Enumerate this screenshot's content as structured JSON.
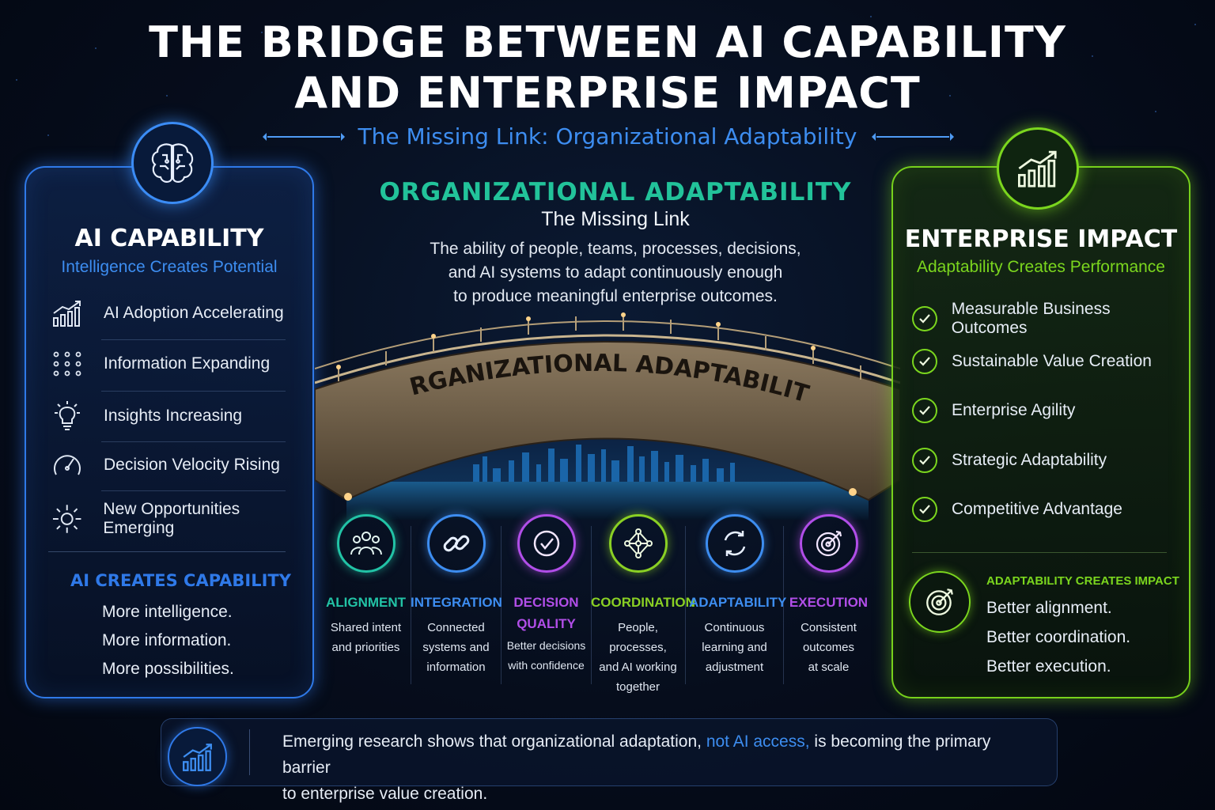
{
  "title": {
    "line1": "THE BRIDGE BETWEEN AI CAPABILITY",
    "line2": "AND ENTERPRISE IMPACT"
  },
  "subtitle": "The Missing Link: Organizational Adaptability",
  "left_panel": {
    "icon": "brain-icon",
    "title": "AI CAPABILITY",
    "subtitle": "Intelligence Creates Potential",
    "items": [
      {
        "icon": "growth-chart-icon",
        "label": "AI Adoption Accelerating"
      },
      {
        "icon": "dot-grid-icon",
        "label": "Information Expanding"
      },
      {
        "icon": "lightbulb-icon",
        "label": "Insights Increasing"
      },
      {
        "icon": "speedometer-icon",
        "label": "Decision Velocity Rising"
      },
      {
        "icon": "sparkle-icon",
        "label": "New Opportunities Emerging"
      }
    ],
    "footer_title": "AI CREATES CAPABILITY",
    "footer_lines": [
      "More intelligence.",
      "More information.",
      "More possibilities."
    ]
  },
  "center": {
    "title": "ORGANIZATIONAL ADAPTABILITY",
    "subtitle": "The Missing Link",
    "description": [
      "The ability of people, teams, processes, decisions,",
      "and AI systems to adapt continuously enough",
      "to produce meaningful enterprise outcomes."
    ],
    "bridge_label": "ORGANIZATIONAL ADAPTABILITY"
  },
  "pillars": [
    {
      "icon": "people-group-icon",
      "name": "ALIGNMENT",
      "desc": [
        "Shared intent",
        "and priorities"
      ],
      "color": "#22c3a6"
    },
    {
      "icon": "link-icon",
      "name": "INTEGRATION",
      "desc": [
        "Connected",
        "systems and",
        "information"
      ],
      "color": "#3d8df0"
    },
    {
      "icon": "check-circle-icon",
      "name_lines": [
        "DECISION",
        "QUALITY"
      ],
      "desc": [
        "Better decisions",
        "with confidence"
      ],
      "color": "#b14ee8"
    },
    {
      "icon": "network-icon",
      "name": "COORDINATION",
      "desc": [
        "People, processes,",
        "and AI working",
        "together"
      ],
      "color": "#8ad024"
    },
    {
      "icon": "cycle-arrows-icon",
      "name": "ADAPTABILITY",
      "desc": [
        "Continuous",
        "learning and",
        "adjustment"
      ],
      "color": "#3d8df0"
    },
    {
      "icon": "target-icon",
      "name": "EXECUTION",
      "desc": [
        "Consistent",
        "outcomes",
        "at scale"
      ],
      "color": "#b14ee8"
    }
  ],
  "right_panel": {
    "icon": "growth-chart-icon",
    "title": "ENTERPRISE IMPACT",
    "subtitle": "Adaptability Creates Performance",
    "items": [
      "Measurable Business Outcomes",
      "Sustainable Value Creation",
      "Enterprise Agility",
      "Strategic Adaptability",
      "Competitive Advantage"
    ],
    "footer_icon": "target-icon",
    "footer_title": "ADAPTABILITY CREATES IMPACT",
    "footer_lines": [
      "Better alignment.",
      "Better coordination.",
      "Better execution."
    ]
  },
  "bottom": {
    "icon": "growth-chart-icon",
    "text_before": "Emerging research shows that organizational adaptation, ",
    "text_highlight": "not AI access,",
    "text_after": " is becoming the primary barrier",
    "text_line2": "to enterprise value creation."
  },
  "colors": {
    "blue": "#2f79e8",
    "green": "#77d11c",
    "teal": "#22c39a",
    "purple": "#b14ee8"
  }
}
